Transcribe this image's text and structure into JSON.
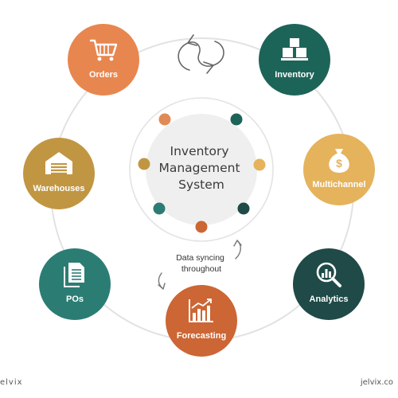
{
  "center": {
    "lines": [
      "Inventory",
      "Management",
      "System"
    ]
  },
  "sync_caption": {
    "lines": [
      "Data syncing",
      "throughout"
    ]
  },
  "nodes": [
    {
      "label": "Orders",
      "color": "#e8864f",
      "icon": "shopping-cart-icon"
    },
    {
      "label": "Inventory",
      "color": "#1d6458",
      "icon": "boxes-icon"
    },
    {
      "label": "Multichannel",
      "color": "#e5b35c",
      "icon": "money-bag-icon"
    },
    {
      "label": "Analytics",
      "color": "#1f4a47",
      "icon": "magnifier-chart-icon"
    },
    {
      "label": "Forecasting",
      "color": "#cc6634",
      "icon": "bar-chart-growth-icon"
    },
    {
      "label": "POs",
      "color": "#2b7d74",
      "icon": "documents-icon"
    },
    {
      "label": "Warehouses",
      "color": "#c19642",
      "icon": "warehouse-icon"
    }
  ],
  "dot_colors": [
    "#e08a55",
    "#1d6458",
    "#e5b35c",
    "#1f4a47",
    "#cc6634",
    "#2b7d74",
    "#c19642"
  ],
  "footer": {
    "left": "elvix",
    "right": "jelvix.co"
  }
}
